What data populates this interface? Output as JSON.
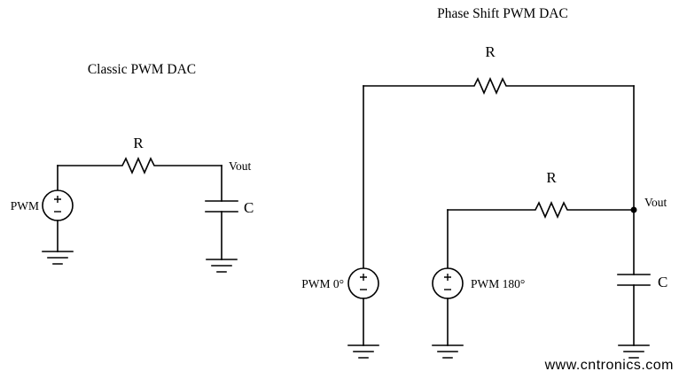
{
  "colors": {
    "background": "#ffffff",
    "ink": "#000000"
  },
  "watermark": {
    "text": "www.cntronics.com",
    "color": "#a3dca3"
  },
  "circuits": {
    "classic": {
      "title": "Classic PWM DAC",
      "resistor_label": "R",
      "capacitor_label": "C",
      "vout_label": "Vout",
      "source_label": "PWM"
    },
    "phase_shift": {
      "title": "Phase Shift PWM DAC",
      "resistor_top_label": "R",
      "resistor_bottom_label": "R",
      "capacitor_label": "C",
      "vout_label": "Vout",
      "source0_label": "PWM 0°",
      "source180_label": "PWM 180°"
    }
  }
}
